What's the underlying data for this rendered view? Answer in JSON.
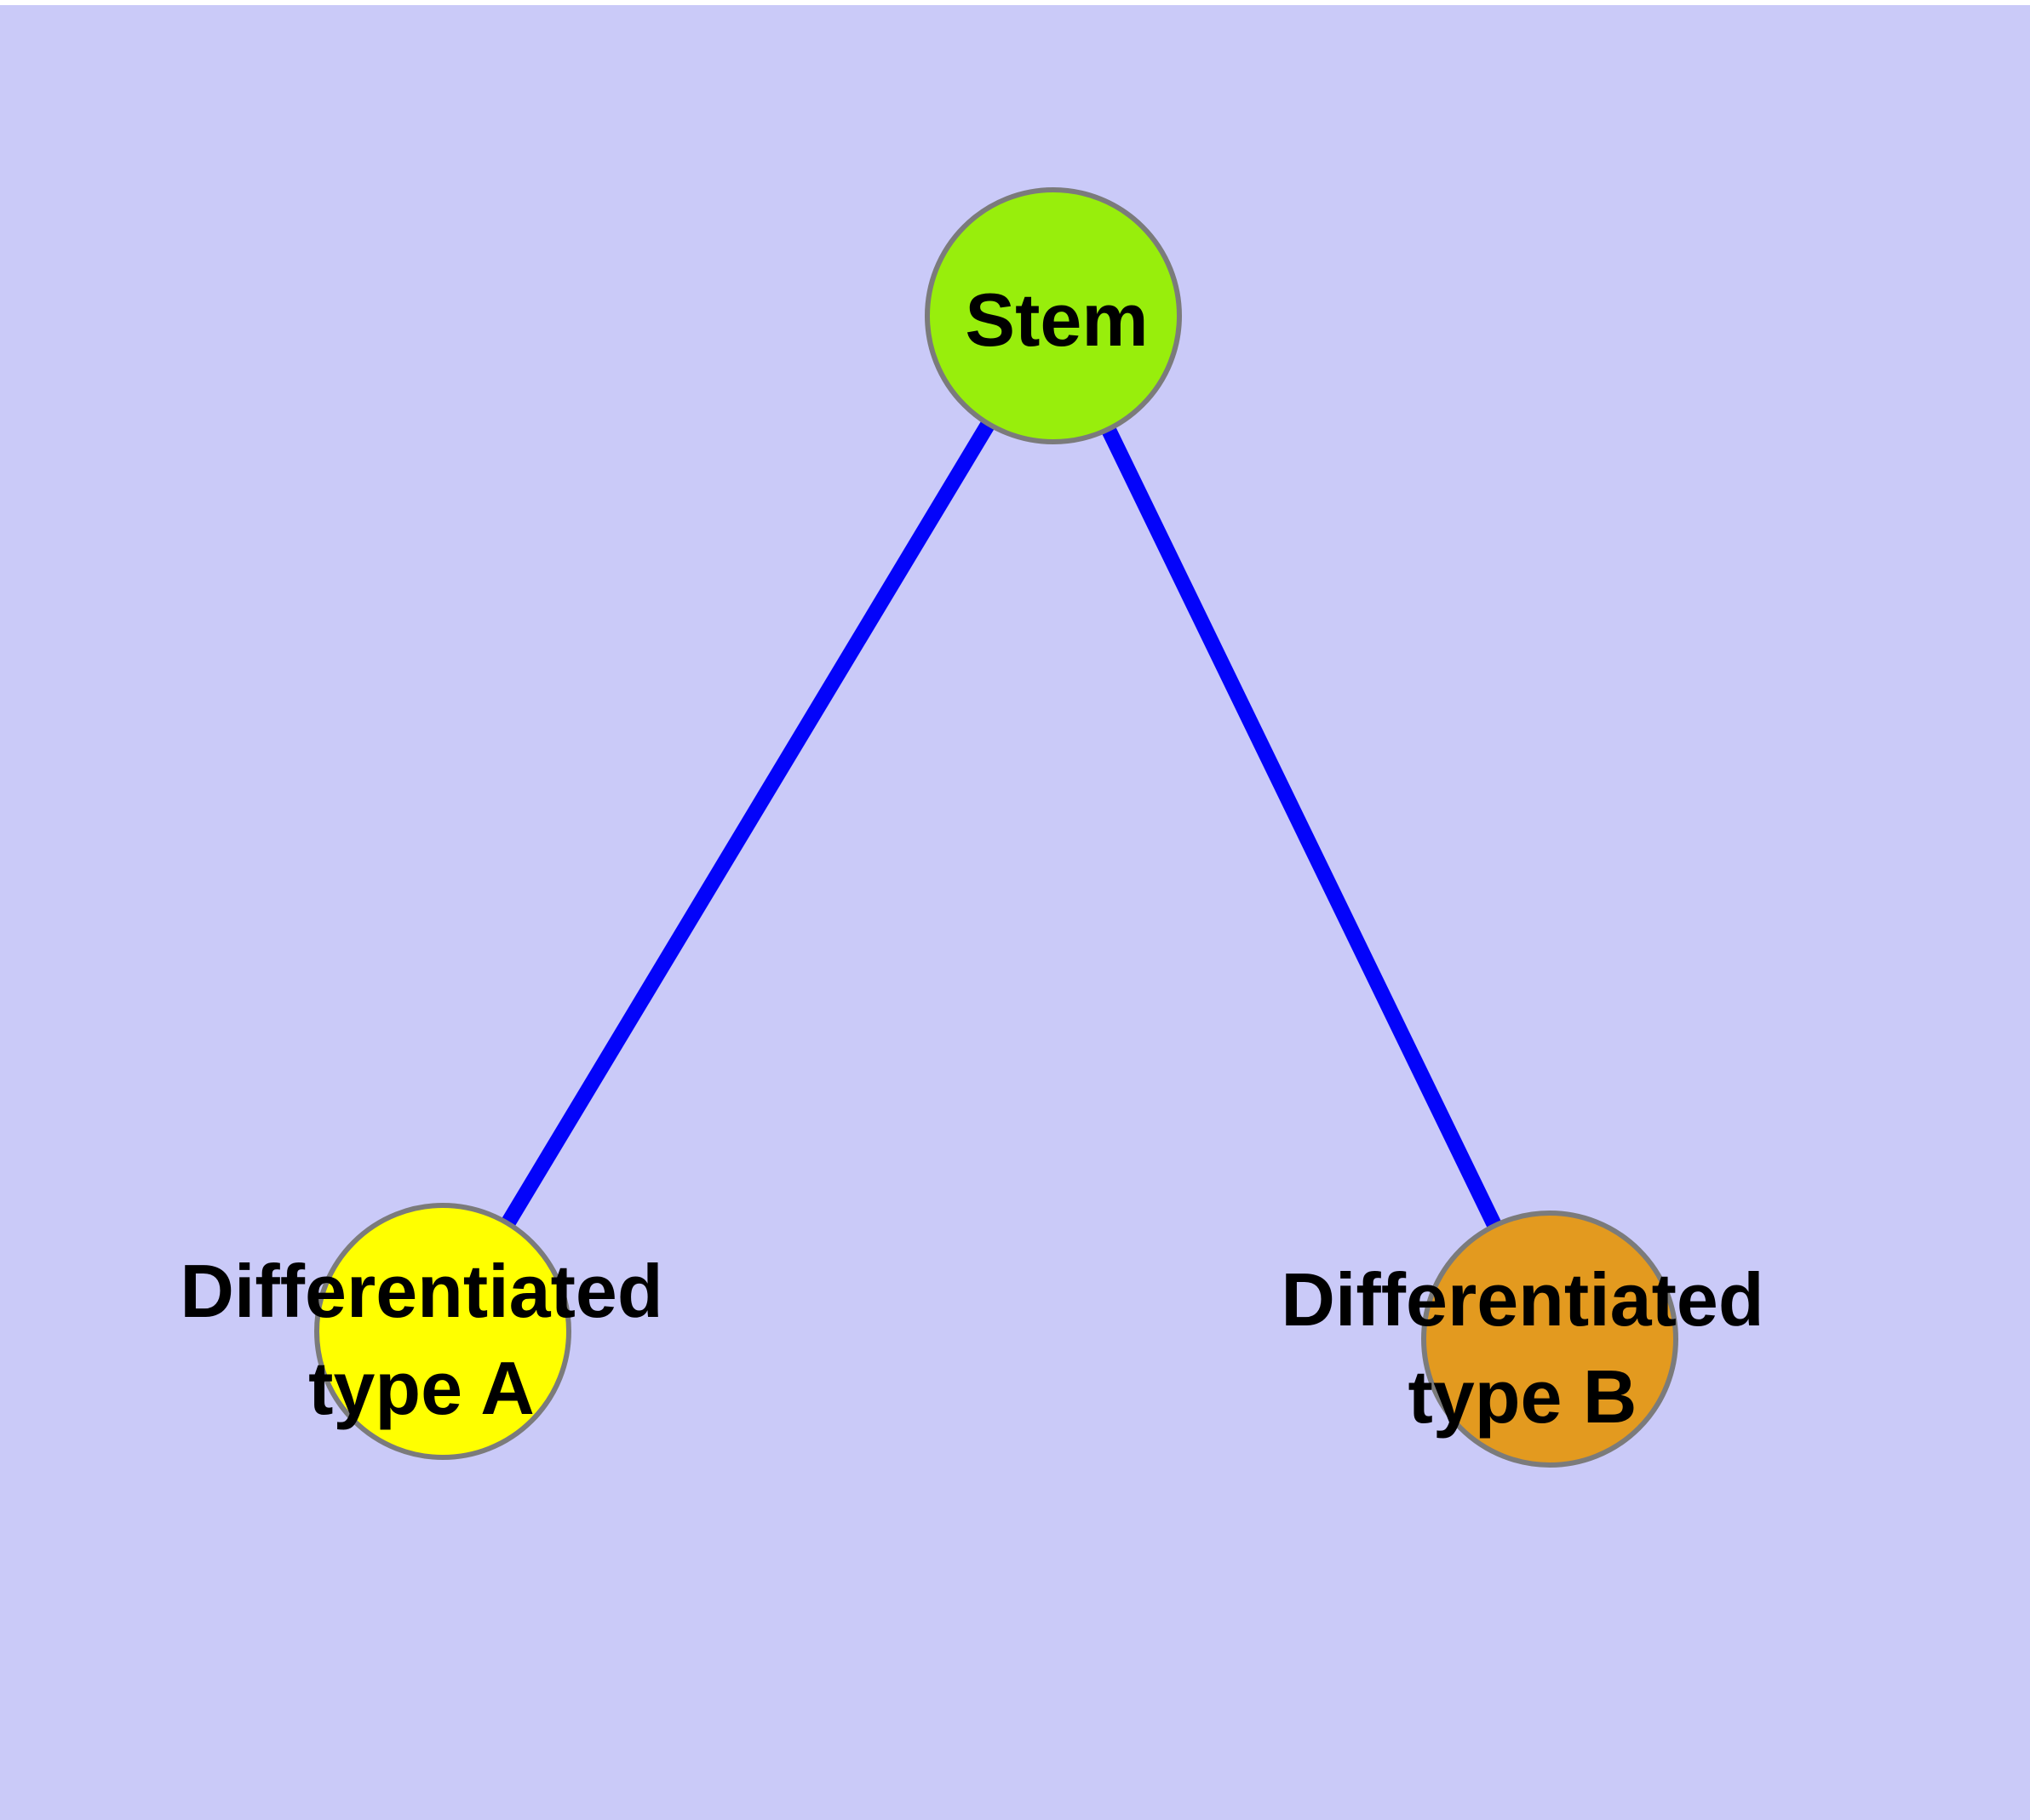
{
  "background": {
    "color": "#CACAF8",
    "top_strip_color": "#FFFFFF"
  },
  "graph": {
    "edge_color": "#0303FA",
    "node_border_color": "#7B7B7B",
    "label_color": "#000000",
    "nodes": {
      "stem": {
        "label": "Stem",
        "fill": "#98EE0C"
      },
      "type_a": {
        "line1": "Differentiated",
        "line2": "type A",
        "fill": "#FFFF00"
      },
      "type_b": {
        "line1": "Differentiated",
        "line2": "type B",
        "fill": "#E39A1F"
      }
    },
    "edges": [
      {
        "from": "stem",
        "to": "type_a"
      },
      {
        "from": "stem",
        "to": "type_b"
      }
    ]
  }
}
